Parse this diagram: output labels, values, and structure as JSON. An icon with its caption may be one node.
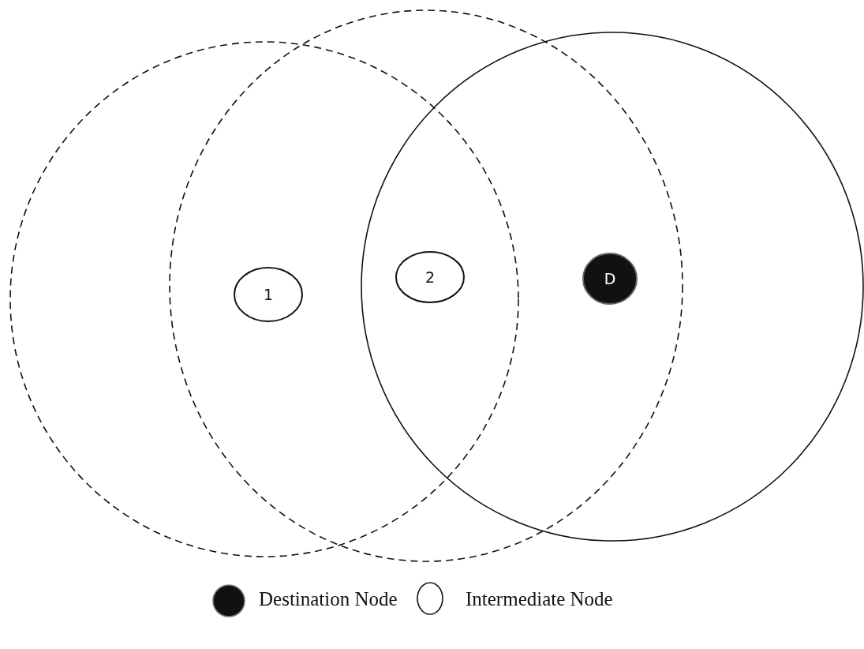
{
  "diagram": {
    "nodes": [
      {
        "text": [],
        "shape": "circle"
      },
      {
        "text": [],
        "shape": "circle"
      },
      {
        "text": [],
        "shape": "circle"
      },
      {
        "text": [
          "1"
        ]
      },
      {
        "text": [
          "2"
        ]
      },
      {
        "text": [
          "D"
        ]
      }
    ],
    "legend": [
      {
        "text": "Destination Node"
      },
      {
        "text": "Intermediate Node"
      }
    ]
  }
}
